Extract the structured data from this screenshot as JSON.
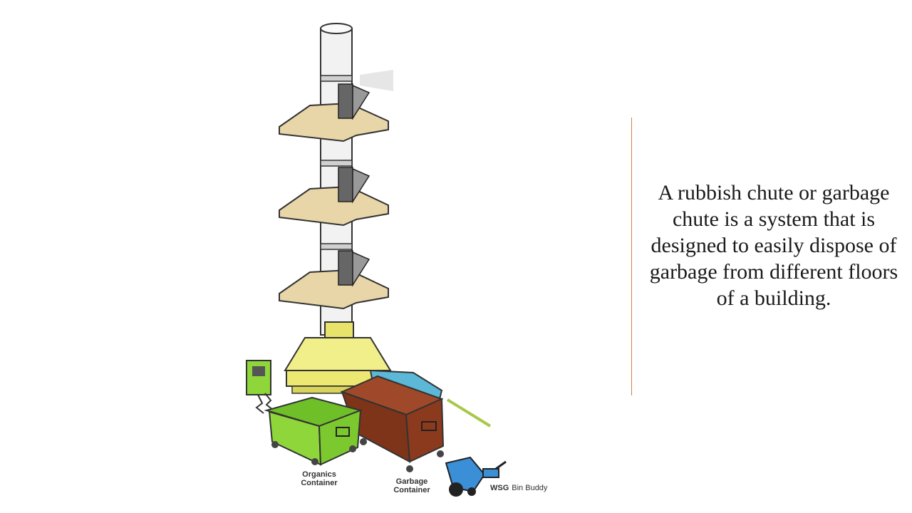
{
  "slide": {
    "description": "A rubbish chute or garbage chute is a system that is designed to easily dispose of garbage from different floors of a building."
  },
  "diagram": {
    "labels": {
      "organics_line1": "Organics",
      "organics_line2": "Container",
      "garbage_line1": "Garbage",
      "garbage_line2": "Container",
      "bin_buddy_brand": "WSG",
      "bin_buddy_name": "Bin Buddy"
    }
  },
  "colors": {
    "divider": "#c9814a",
    "chute": "#f2f2f2",
    "floor": "#e8d5a8",
    "hopper": "#f0ef8a",
    "organics_bin": "#8ed63a",
    "garbage_bin": "#8b3a1e",
    "blue_bin": "#5bb8d6",
    "bin_buddy": "#3a8fd6"
  }
}
